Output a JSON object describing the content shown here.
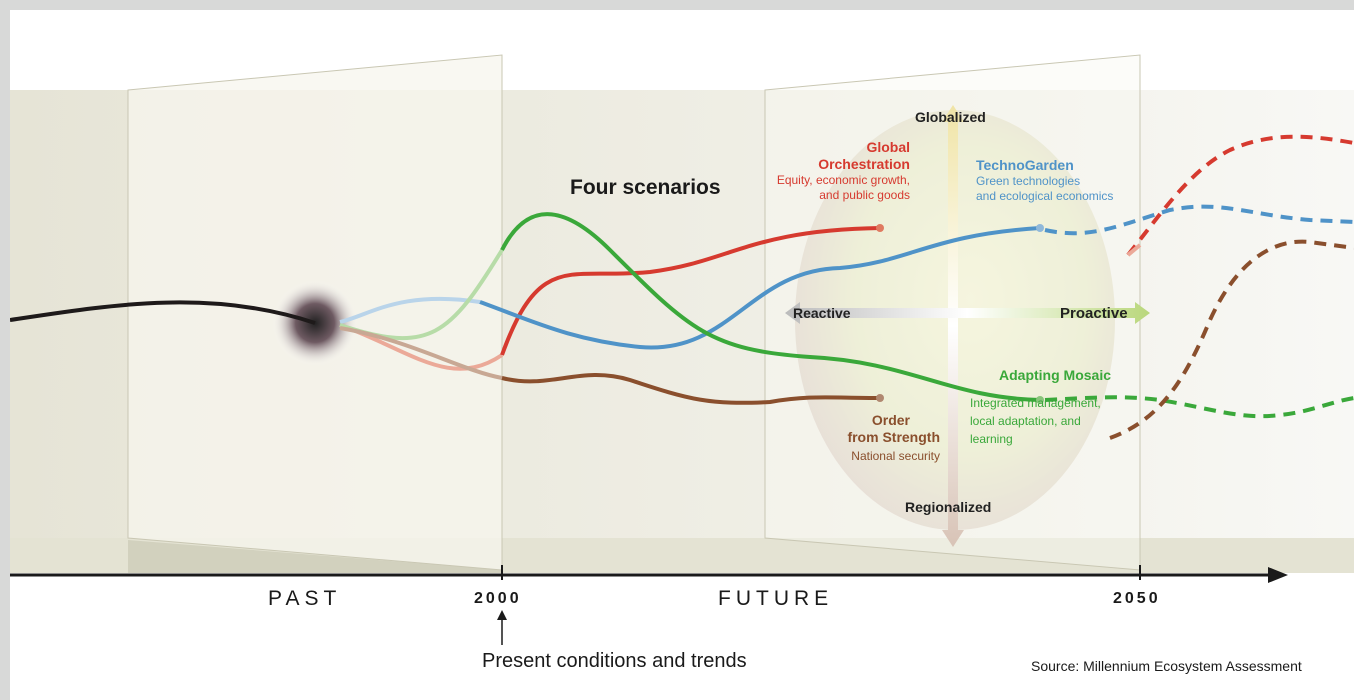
{
  "title": "Four scenarios",
  "timeline": {
    "past_label": "PAST",
    "future_label": "FUTURE",
    "year_present": "2000",
    "year_future": "2050",
    "present_note": "Present conditions and trends"
  },
  "axes": {
    "top": "Globalized",
    "bottom": "Regionalized",
    "left": "Reactive",
    "right": "Proactive"
  },
  "scenarios": [
    {
      "name_lines": [
        "Global",
        "Orchestration"
      ],
      "desc_lines": [
        "Equity, economic growth,",
        "and public goods"
      ],
      "color": "#d63a2f"
    },
    {
      "name_lines": [
        "TechnoGarden"
      ],
      "desc_lines": [
        "Green technologies",
        "and ecological economics"
      ],
      "color": "#4f93c8"
    },
    {
      "name_lines": [
        "Adapting Mosaic"
      ],
      "desc_lines": [
        "Integrated management,",
        "local adaptation, and",
        "learning"
      ],
      "color": "#3aa83a"
    },
    {
      "name_lines": [
        "Order",
        "from Strength"
      ],
      "desc_lines": [
        "National security"
      ],
      "color": "#8a4f2d"
    }
  ],
  "source": "Source: Millennium Ecosystem Assessment"
}
